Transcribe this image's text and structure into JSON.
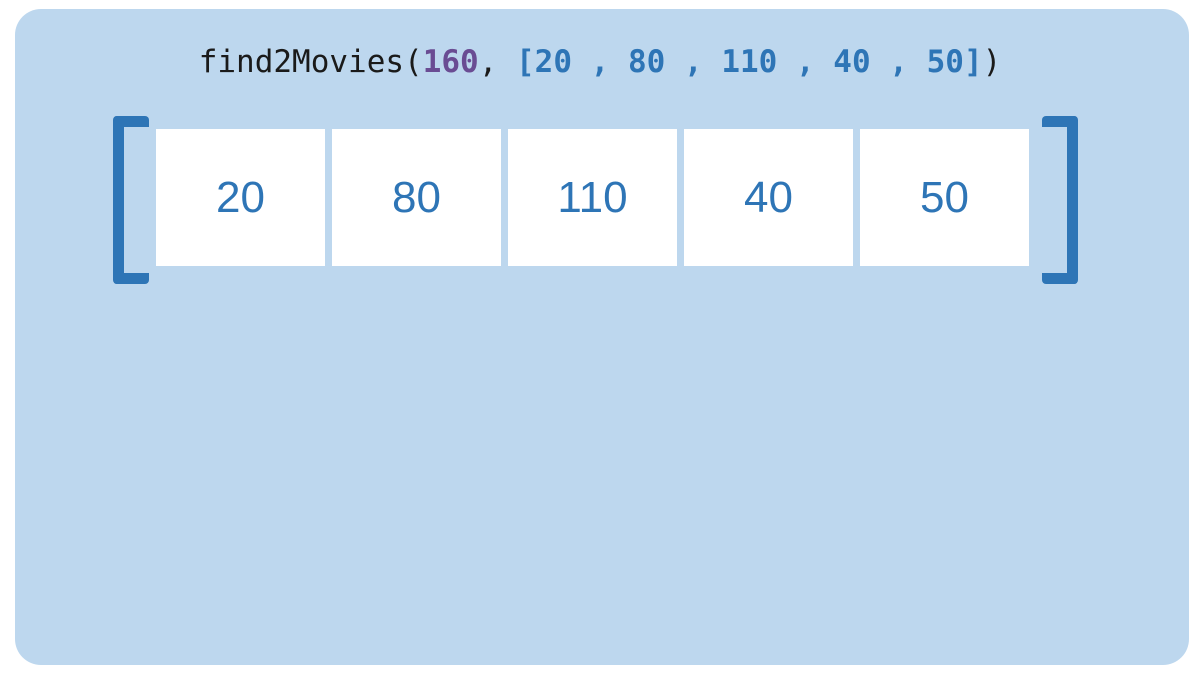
{
  "call": {
    "function_name": "find2Movies(",
    "target": "160",
    "separator": ", ",
    "array_text": "[20 , 80 , 110 , 40 , 50]",
    "close": ")"
  },
  "array": {
    "values": [
      "20",
      "80",
      "110",
      "40",
      "50"
    ]
  },
  "colors": {
    "panel": "#bdd7ee",
    "accent": "#2e75b6",
    "target": "#6a4c93",
    "cell": "#ffffff"
  }
}
